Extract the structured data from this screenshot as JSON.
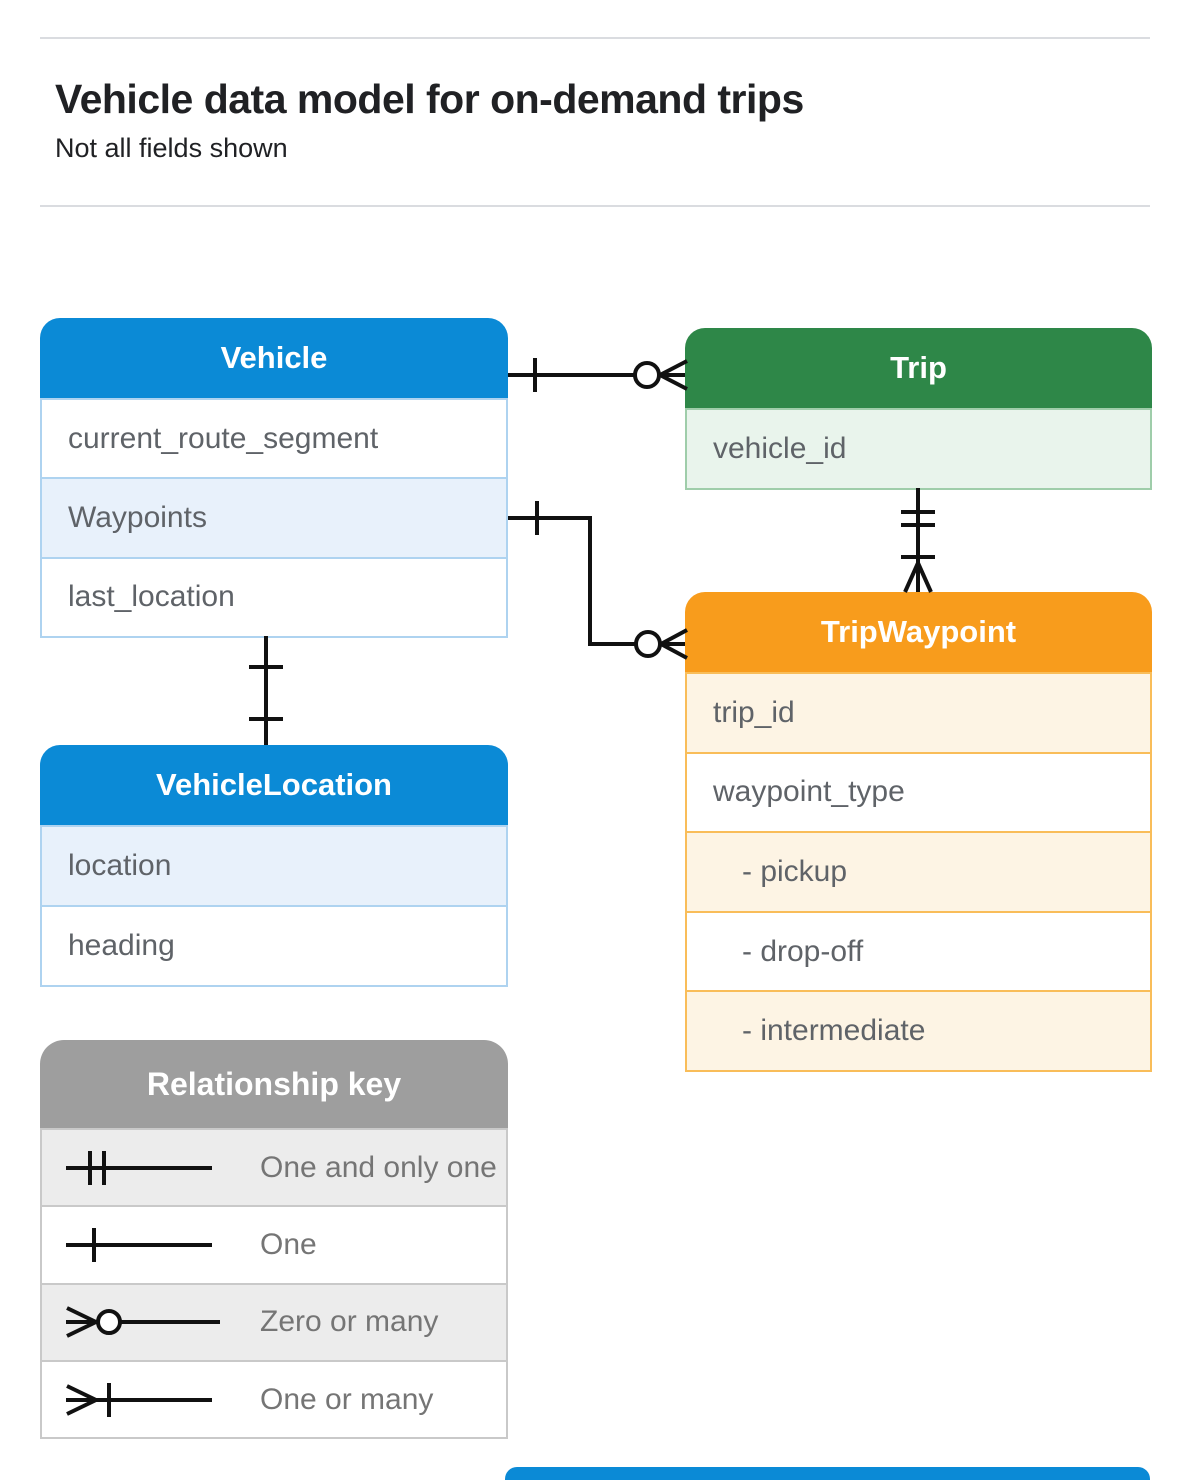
{
  "page": {
    "title": "Vehicle data model for on-demand trips",
    "subtitle": "Not all fields shown"
  },
  "colors": {
    "blue_header": "#0b8ad6",
    "blue_row_shade": "#e8f1fb",
    "green_header": "#2e8748",
    "green_row_shade": "#e9f4ec",
    "orange_header": "#f89c1c",
    "orange_row_shade": "#fdf4e4",
    "gray_header": "#9e9e9e",
    "gray_row_shade": "#ececec",
    "row_text": "#5f6368",
    "legend_text": "#757575",
    "title_text": "#202124",
    "divider": "#dadce0",
    "connector": "#111111",
    "bottom_cropped_header": "#0b8ad6"
  },
  "entities": [
    {
      "title": "Vehicle",
      "theme": "blue",
      "rows": [
        {
          "label": "current_route_segment",
          "shaded": false
        },
        {
          "label": "Waypoints",
          "shaded": true
        },
        {
          "label": "last_location",
          "shaded": false
        }
      ]
    },
    {
      "title": "Trip",
      "theme": "green",
      "rows": [
        {
          "label": "vehicle_id",
          "shaded": true
        }
      ]
    },
    {
      "title": "TripWaypoint",
      "theme": "orange",
      "rows": [
        {
          "label": "trip_id",
          "shaded": true
        },
        {
          "label": "waypoint_type",
          "shaded": false
        },
        {
          "label": "- pickup",
          "shaded": true,
          "indent": true
        },
        {
          "label": "- drop-off",
          "shaded": false,
          "indent": true
        },
        {
          "label": "- intermediate",
          "shaded": true,
          "indent": true
        }
      ]
    },
    {
      "title": "VehicleLocation",
      "theme": "blue",
      "rows": [
        {
          "label": "location",
          "shaded": true
        },
        {
          "label": "heading",
          "shaded": false
        }
      ]
    }
  ],
  "legend": {
    "title": "Relationship key",
    "items": [
      {
        "symbol": "one-and-only-one",
        "label": "One and only one"
      },
      {
        "symbol": "one",
        "label": "One"
      },
      {
        "symbol": "zero-or-many",
        "label": "Zero or many"
      },
      {
        "symbol": "one-or-many",
        "label": "One or many"
      }
    ]
  },
  "relationships": [
    {
      "from": "Vehicle",
      "to": "Trip",
      "from_cardinality": "one",
      "to_cardinality": "zero-or-many"
    },
    {
      "from": "Vehicle.Waypoints",
      "to": "TripWaypoint",
      "from_cardinality": "one",
      "to_cardinality": "zero-or-many"
    },
    {
      "from": "Vehicle",
      "to": "VehicleLocation",
      "from_cardinality": "one",
      "to_cardinality": "one"
    },
    {
      "from": "Trip",
      "to": "TripWaypoint",
      "from_cardinality": "one-and-only-one",
      "to_cardinality": "one-or-many"
    }
  ]
}
